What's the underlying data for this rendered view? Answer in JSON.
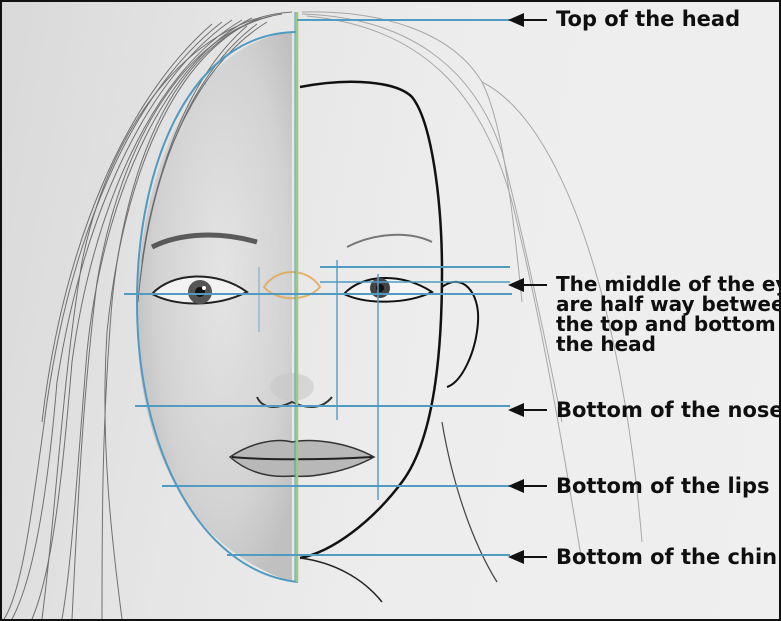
{
  "annotations": {
    "top_of_head": "Top of the head",
    "middle_of_eyes": [
      "The middle of the eyes",
      "are half way between",
      "the top and bottom of",
      "the head"
    ],
    "bottom_of_nose": "Bottom of the nose",
    "bottom_of_lips": "Bottom of the lips",
    "bottom_of_chin": "Bottom of the chin"
  },
  "colors": {
    "guide_line": "#4f9bc2",
    "center_line": "#9ccc7a",
    "ink": "#111111",
    "pencil": "#6a6a6a",
    "paper": "#e9e9e9"
  }
}
